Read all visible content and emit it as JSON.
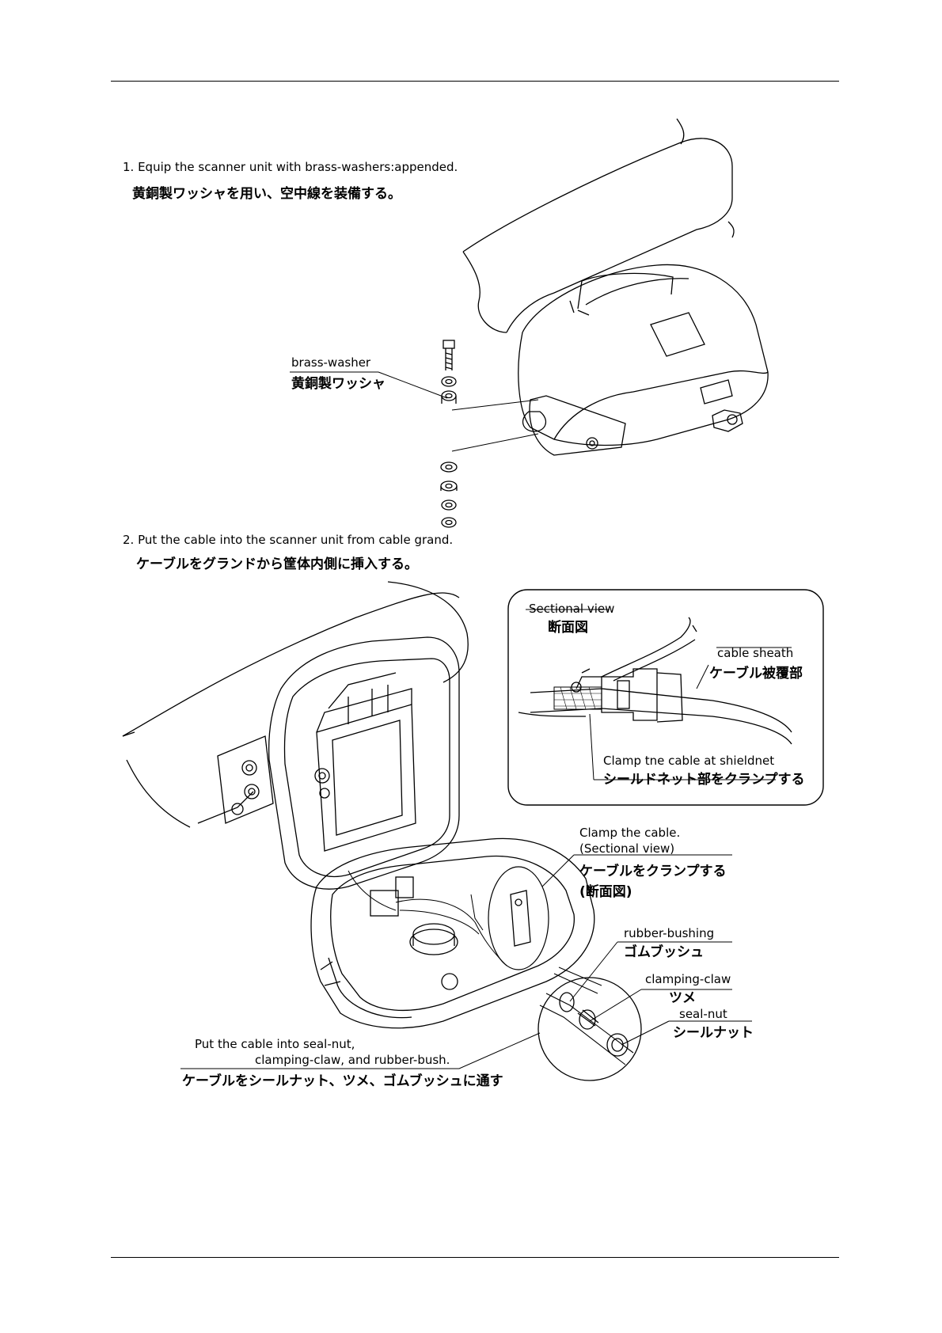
{
  "step1": {
    "title": "1. Equip the scanner unit with brass-washers:appended.",
    "title_jp": "黄銅製ワッシャを用い、空中線を装備する。",
    "brass_washer": "brass-washer",
    "brass_washer_jp": "黄銅製ワッシャ"
  },
  "step2": {
    "title": "2. Put the cable into the scanner unit from cable grand.",
    "title_jp": "ケーブルをグランドから筐体内側に挿入する。",
    "sectional_view": "Sectional view",
    "sectional_view_jp": "断面図",
    "cable_sheath": "cable sheath",
    "cable_sheath_jp": "ケーブル被覆部",
    "clamp_shieldnet": "Clamp tne cable at shieldnet",
    "clamp_shieldnet_jp": "シールドネット部をクランプする",
    "clamp_cable": "Clamp the cable.",
    "clamp_cable_sub": "(Sectional view)",
    "clamp_cable_jp": "ケーブルをクランプする",
    "clamp_cable_jp_sub": "(断面図)",
    "rubber_bushing": "rubber-bushing",
    "rubber_bushing_jp": "ゴムブッシュ",
    "clamping_claw": "clamping-claw",
    "clamping_claw_jp": "ツメ",
    "seal_nut": "seal-nut",
    "seal_nut_jp": "シールナット",
    "put_cable_1": "Put the cable into seal-nut,",
    "put_cable_2": "clamping-claw, and rubber-bush.",
    "put_cable_jp": "ケーブルをシールナット、ツメ、ゴムブッシュに通す"
  }
}
